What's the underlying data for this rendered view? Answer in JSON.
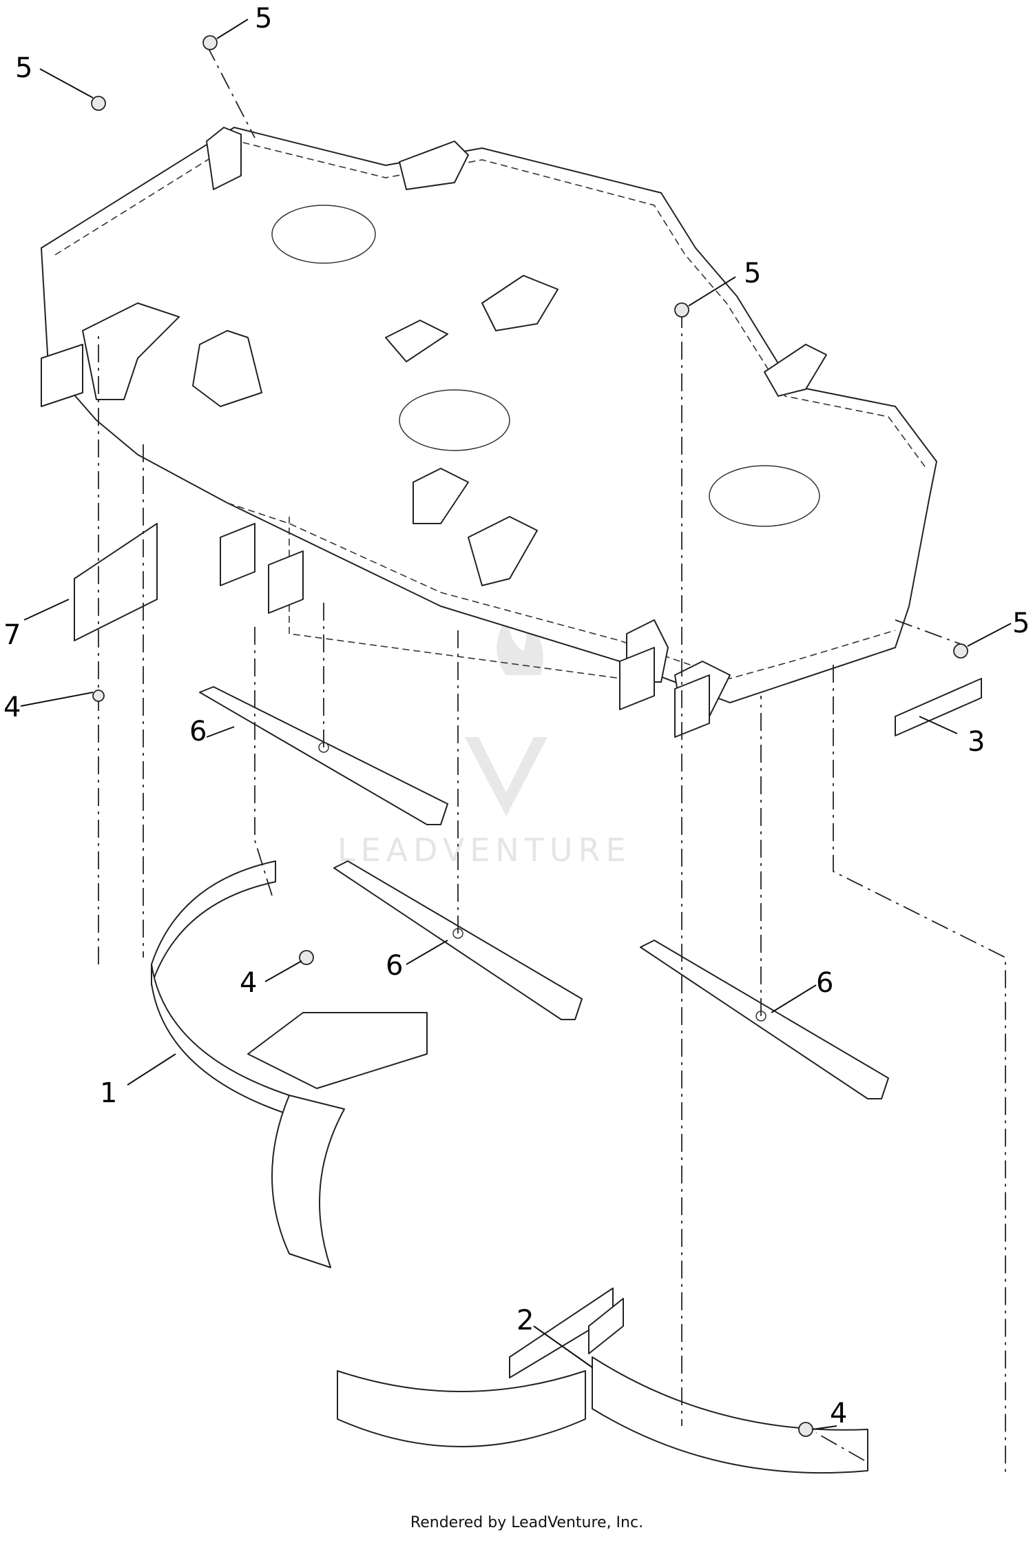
{
  "callouts": [
    {
      "id": "1",
      "label": "1"
    },
    {
      "id": "2",
      "label": "2"
    },
    {
      "id": "3",
      "label": "3"
    },
    {
      "id": "4",
      "label": "4"
    },
    {
      "id": "5",
      "label": "5"
    },
    {
      "id": "6",
      "label": "6"
    },
    {
      "id": "7",
      "label": "7"
    }
  ],
  "watermark": {
    "text": "LEADVENTURE"
  },
  "footer": {
    "text": "Rendered by LeadVenture, Inc."
  }
}
